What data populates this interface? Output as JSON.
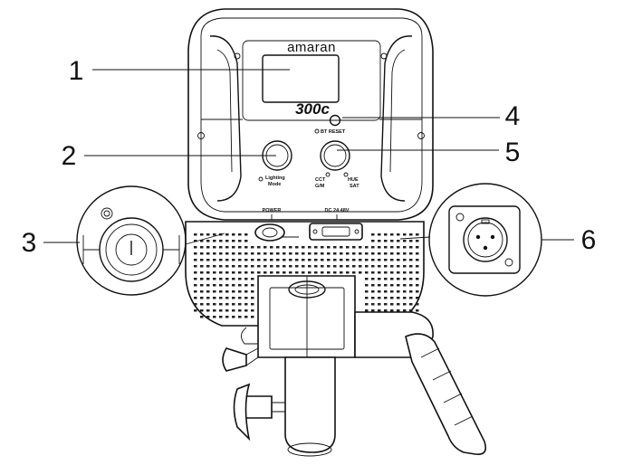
{
  "device": {
    "brand": "amaran",
    "model": "300c",
    "labels": {
      "reset": "BT RESET",
      "lighting_mode_1": "Lighting",
      "lighting_mode_2": "Mode",
      "cct_1": "CCT",
      "cct_2": "G/M",
      "hue_1": "HUE",
      "hue_2": "SAT",
      "power": "POWER",
      "dc_in": "DC 24 48V"
    }
  },
  "callouts": [
    "1",
    "2",
    "3",
    "4",
    "5",
    "6"
  ]
}
